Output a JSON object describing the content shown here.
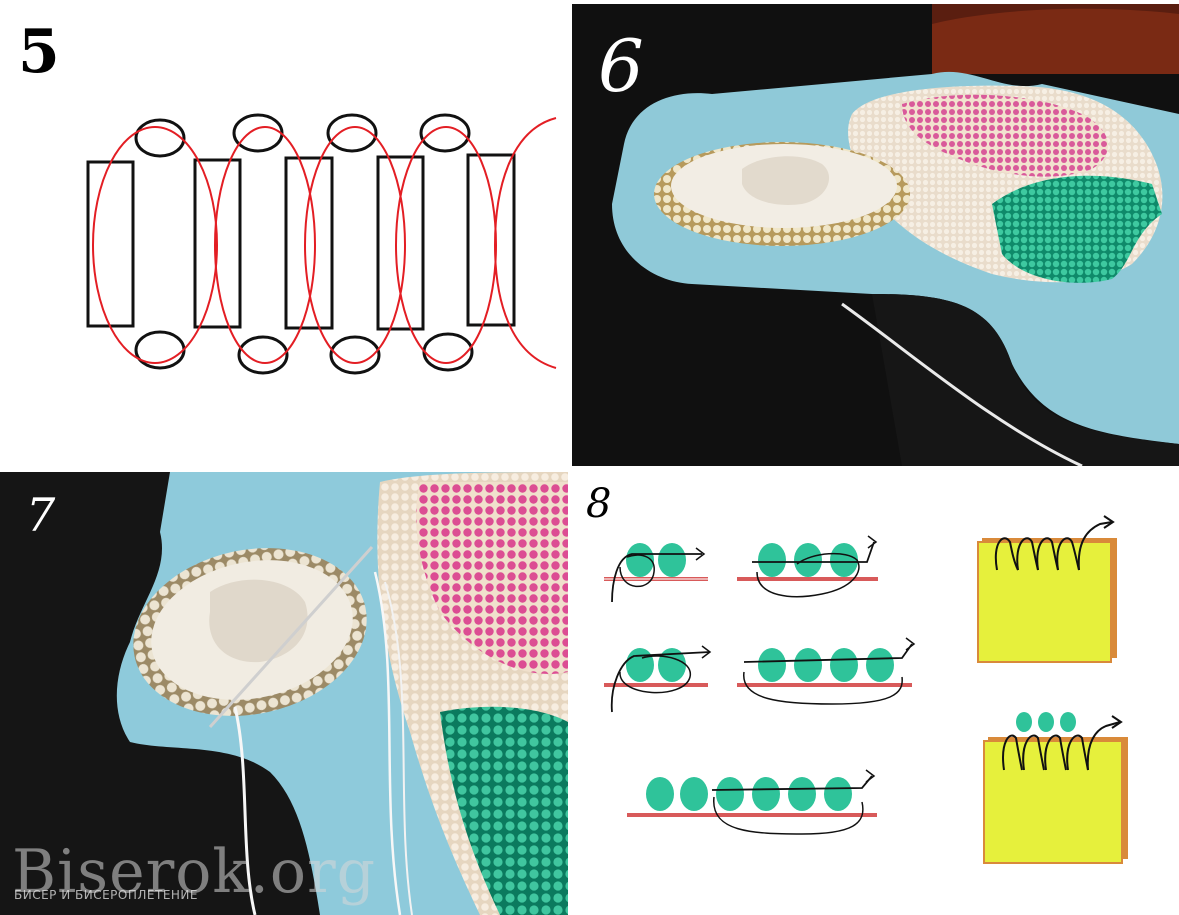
{
  "panels": {
    "p5": {
      "number": "5"
    },
    "p6": {
      "number": "6"
    },
    "p7": {
      "number": "7"
    },
    "p8": {
      "number": "8"
    }
  },
  "watermark": {
    "main": "Biserok.org",
    "sub": "БИСЕР И БИСЕРОПЛЕТЕНИЕ"
  },
  "colors": {
    "thread_red": "#e31e24",
    "outline_black": "#111111",
    "bead_green": "#2fc39a",
    "felt_blue": "#8fc9d8",
    "backing_yellow": "#e6f03c",
    "backing_border": "#d98a3a",
    "base_line": "#d85a5a"
  }
}
